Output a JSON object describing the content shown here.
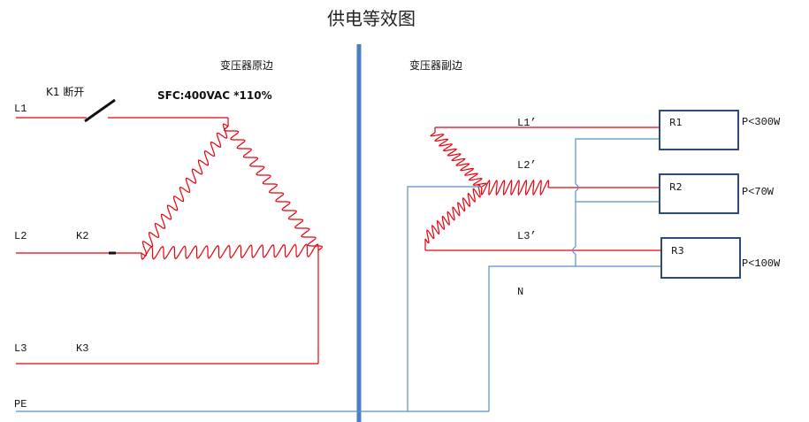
{
  "title": "供电等效图",
  "primary_label": "变压器原边",
  "secondary_label": "变压器副边",
  "switch_label": "K1 断开",
  "spec_label": "SFC:400VAC *110%",
  "inputs": {
    "l1": "L1",
    "l2": "L2",
    "l3": "L3",
    "pe": "PE",
    "k2": "K2",
    "k3": "K3"
  },
  "outputs": {
    "l1": "L1’",
    "l2": "L2’",
    "l3": "L3’",
    "n": "N"
  },
  "loads": [
    {
      "name": "R1",
      "power": "P<300W"
    },
    {
      "name": "R2",
      "power": "P<70W"
    },
    {
      "name": "R3",
      "power": "P<100W"
    }
  ],
  "colors": {
    "winding": "#e8000b",
    "ground": "#5b8fc9",
    "separator": "#4a7fc1",
    "box": "#2e4a78"
  }
}
